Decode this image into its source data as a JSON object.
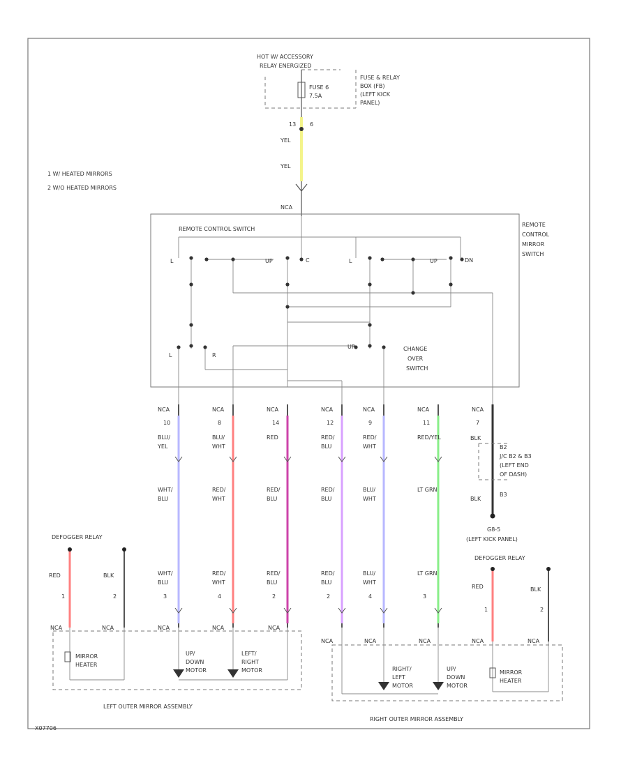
{
  "header": {
    "power_line1": "HOT W/ ACCESSORY",
    "power_line2": "RELAY ENERGIZED",
    "fuse_label1": "FUSE 6",
    "fuse_label2": "7.5A",
    "fuse_box_line1": "FUSE & RELAY",
    "fuse_box_line2": "BOX (FB)",
    "fuse_box_line3": "(LEFT KICK",
    "fuse_box_line4": "PANEL)",
    "pin_top_a": "13",
    "pin_top_b": "6",
    "wire_yel_1": "YEL",
    "wire_yel_2": "YEL",
    "nca_top": "NCA"
  },
  "legend": {
    "item1": "1   W/ HEATED MIRRORS",
    "item2": "2   W/O HEATED MIRRORS"
  },
  "switch": {
    "title": "REMOTE CONTROL SWITCH",
    "side1": "REMOTE",
    "side2": "CONTROL",
    "side3": "MIRROR",
    "side4": "SWITCH",
    "l_up": "UP",
    "l_dn": "DN",
    "l_l": "L",
    "l_r": "R",
    "center_c": "C",
    "changeover1": "CHANGE",
    "changeover2": "OVER",
    "changeover3": "SWITCH",
    "lower_l": "L",
    "lower_r": "R"
  },
  "wires": [
    {
      "nca": "NCA",
      "pin": "10",
      "c1a": "BLU/",
      "c1b": "YEL",
      "c2a": "WHT/",
      "c2b": "BLU",
      "c3a": "WHT/",
      "c3b": "BLU",
      "pinb": "3",
      "color": "#b8b8ff"
    },
    {
      "nca": "NCA",
      "pin": "8",
      "c1a": "BLU/",
      "c1b": "WHT",
      "c2a": "RED/",
      "c2b": "WHT",
      "c3a": "RED/",
      "c3b": "WHT",
      "pinb": "4",
      "color": "#ff8080"
    },
    {
      "nca": "NCA",
      "pin": "14",
      "c1a": "RED",
      "c1b": "",
      "c2a": "RED/",
      "c2b": "BLU",
      "c3a": "RED/",
      "c3b": "BLU",
      "pinb": "2",
      "color": "#cc44aa"
    },
    {
      "nca": "NCA",
      "pin": "12",
      "c1a": "RED/",
      "c1b": "BLU",
      "c2a": "RED/",
      "c2b": "BLU",
      "c3a": "RED/",
      "c3b": "BLU",
      "pinb": "2",
      "color": "#d8a0ff"
    },
    {
      "nca": "NCA",
      "pin": "9",
      "c1a": "RED/",
      "c1b": "WHT",
      "c2a": "BLU/",
      "c2b": "WHT",
      "c3a": "BLU/",
      "c3b": "WHT",
      "pinb": "4",
      "color": "#b8b8ff"
    },
    {
      "nca": "NCA",
      "pin": "11",
      "c1a": "RED/YEL",
      "c1b": "",
      "c2a": "LT GRN",
      "c2b": "",
      "c3a": "LT GRN",
      "c3b": "",
      "pinb": "3",
      "color": "#88ee88"
    }
  ],
  "ground": {
    "nca": "NCA",
    "pin": "7",
    "wire1": "BLK",
    "jc_pin_a": "B2",
    "jc_line1": "J/C B2 & B3",
    "jc_line2": "(LEFT END",
    "jc_line3": "OF DASH)",
    "jc_pin_b": "B3",
    "wire2": "BLK",
    "g_label": "G8-5",
    "g_location": "(LEFT KICK PANEL)"
  },
  "left_heater": {
    "label": "DEFOGGER RELAY",
    "wire_a": "RED",
    "wire_b": "BLK",
    "pin_a": "1",
    "pin_b": "2",
    "nca_a": "NCA",
    "nca_b": "NCA",
    "heater_line1": "MIRROR",
    "heater_line2": "HEATER"
  },
  "right_heater": {
    "label": "DEFOGGER RELAY",
    "wire_a": "RED",
    "wire_b": "BLK",
    "pin_a": "1",
    "pin_b": "2",
    "nca_a": "NCA",
    "nca_b": "NCA",
    "heater_line1": "MIRROR",
    "heater_line2": "HEATER"
  },
  "left_assembly": {
    "nca_c": "NCA",
    "nca_d": "NCA",
    "nca_e": "NCA",
    "motor1_l1": "UP/",
    "motor1_l2": "DOWN",
    "motor1_l3": "MOTOR",
    "motor2_l1": "LEFT/",
    "motor2_l2": "RIGHT",
    "motor2_l3": "MOTOR",
    "title": "LEFT OUTER MIRROR ASSEMBLY"
  },
  "right_assembly": {
    "nca_c": "NCA",
    "nca_d": "NCA",
    "nca_e": "NCA",
    "motor1_l1": "RIGHT/",
    "motor1_l2": "LEFT",
    "motor1_l3": "MOTOR",
    "motor2_l1": "UP/",
    "motor2_l2": "DOWN",
    "motor2_l3": "MOTOR",
    "title": "RIGHT OUTER MIRROR ASSEMBLY"
  },
  "footer": {
    "code": "X07706"
  }
}
